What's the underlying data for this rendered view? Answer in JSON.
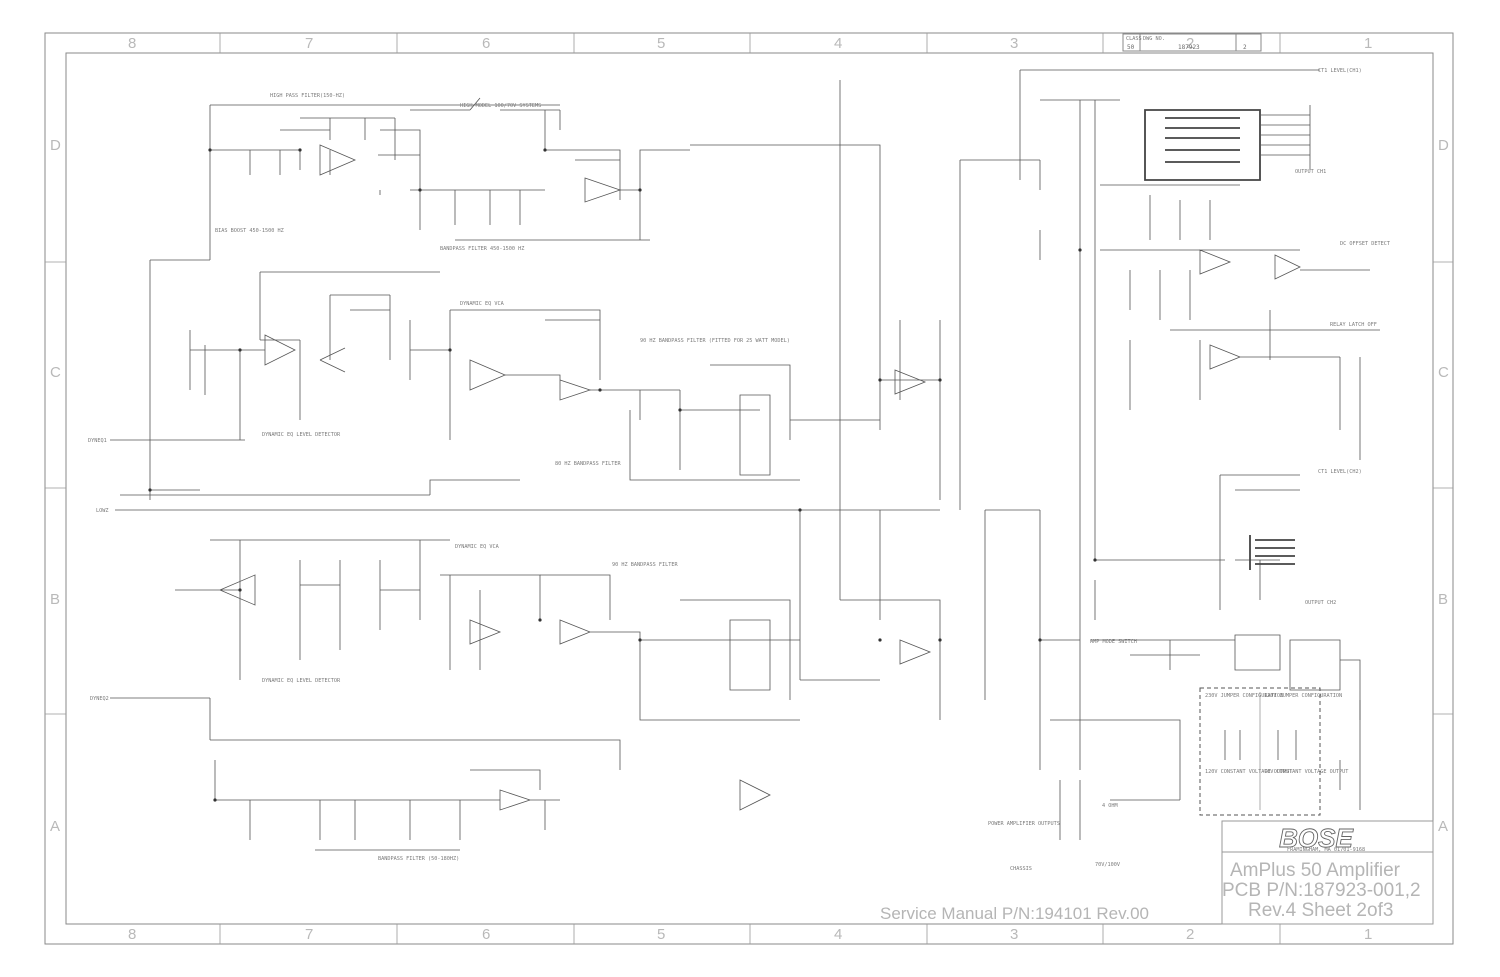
{
  "title_block": {
    "company": "BOSE",
    "address": "FRAMINGHAM, MA 01701-9168",
    "title_line1": "AmPlus 50 Amplifier",
    "title_line2": "PCB P/N:187923-001,2",
    "title_line3": "Rev.4 Sheet 2of3",
    "service_manual": "Service Manual P/N:194101 Rev.00",
    "class_label": "CLASS",
    "class_value": "50",
    "dwg_label": "DWG NO.",
    "dwg_value": "187923",
    "sheet_value": "2"
  },
  "zones": {
    "columns": [
      "8",
      "7",
      "6",
      "5",
      "4",
      "3",
      "2",
      "1"
    ],
    "rows": [
      "D",
      "C",
      "B",
      "A"
    ]
  },
  "ports": {
    "dynamic_eq1": "DYNEQ1",
    "dynamic_eq2": "DYNEQ2",
    "lowz": "LOWZ",
    "out_ch1": "OUTPUT CH1",
    "out_ch2": "OUTPUT CH2"
  },
  "labels": {
    "hp_filter": "HIGH PASS FILTER(150-HZ)",
    "high_model": "HIGH MODEL 100/70V SYSTEMS",
    "bp_filter_top": "BANDPASS FILTER 450-1500 HZ",
    "bp_filter_bottom": "BANDPASS FILTER (50-180HZ)",
    "dyn_eq_vca_top": "DYNAMIC EQ VCA",
    "dyn_eq_vca_bottom": "DYNAMIC EQ VCA",
    "dyn_eq_level_top": "DYNAMIC EQ LEVEL DETECTOR",
    "dyn_eq_level_bottom": "DYNAMIC EQ LEVEL DETECTOR",
    "bp_note_top": "90 HZ BANDPASS FILTER (FITTED FOR 25 WATT MODEL)",
    "bp_note_mid": "80 HZ BANDPASS FILTER",
    "bp_note_bottom": "90 HZ BANDPASS FILTER",
    "dc_offset": "DC OFFSET DETECT",
    "relay_latch": "RELAY LATCH OFF",
    "ct_top": "CT1 LEVEL(CH1)",
    "ct_bottom": "CT1 LEVEL(CH2)",
    "amp_mode": "AMP MODE SWITCH",
    "jumper_230": "230V JUMPER CONFIGURATION",
    "jumper_120": "120V JUMPER CONFIGURATION",
    "const_120": "120V CONSTANT VOLTAGE OUTPUT",
    "const_70": "70V CONSTANT VOLTAGE OUTPUT",
    "power_outputs": "POWER AMPLIFIER OUTPUTS",
    "out_4ohm": "4 OHM",
    "out_70v": "70V/100V",
    "bias_note": "BIAS BOOST 450-1500 HZ",
    "chassis": "CHASSIS"
  }
}
